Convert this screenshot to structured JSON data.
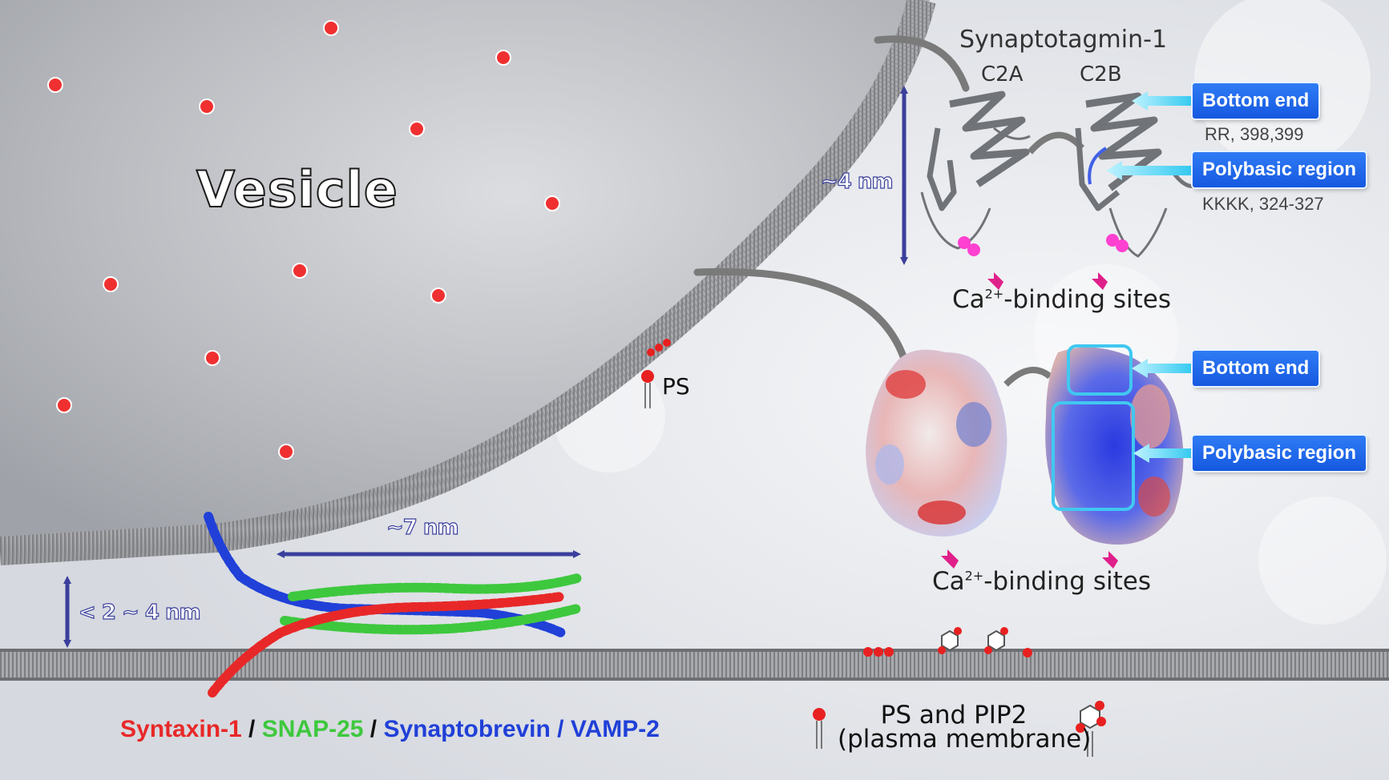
{
  "vesicle_label": "Vesicle",
  "synaptotagmin": {
    "title": "Synaptotagmin-1",
    "c2a": "C2A",
    "c2b": "C2B",
    "ca_label_main": "Ca",
    "ca_sup": "2+",
    "ca_label_rest": "-binding sites"
  },
  "callouts": {
    "bottom_end": "Bottom end",
    "bottom_end_sub": "RR, 398,399",
    "polybasic": "Polybasic region",
    "polybasic_sub": "KKKK, 324-327"
  },
  "measurements": {
    "height": "~4 nm",
    "length": "~7 nm",
    "gap": "< 2 ~ 4 nm"
  },
  "ps_label": "PS",
  "legend_lipids": {
    "line1": "PS and PIP2",
    "line2": "(plasma membrane)"
  },
  "snare": {
    "syntaxin": "Syntaxin-1",
    "sep1": " / ",
    "snap25": "SNAP-25",
    "sep2": " / ",
    "vamp": "Synaptobrevin / VAMP-2"
  },
  "colors": {
    "syntaxin": "#e82828",
    "snap25": "#3ec83e",
    "vamp": "#2040d8",
    "callout": "#1e64ea",
    "arrow_measure": "#3a3f9c",
    "ca_site": "#ff40d0"
  }
}
